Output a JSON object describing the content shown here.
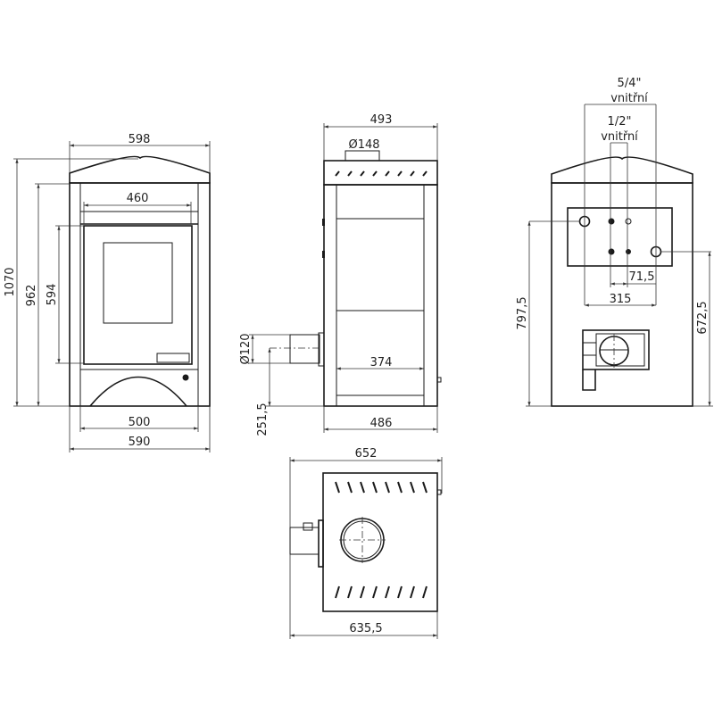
{
  "front_view": {
    "width_top": "598",
    "width_door": "460",
    "height_total": "1070",
    "height_body": "962",
    "height_door": "594",
    "width_base_inner": "500",
    "width_base": "590"
  },
  "side_view": {
    "depth_top": "493",
    "flue_diameter": "Ø148",
    "inner_depth": "374",
    "pipe_diameter": "Ø120",
    "pipe_height": "251,5",
    "depth_base": "486"
  },
  "back_view": {
    "pipe_large_size": "5/4\"",
    "pipe_large_note": "vnitřní",
    "pipe_small_size": "1/2\"",
    "pipe_small_note": "vnitřní",
    "spacing_small": "71,5",
    "spacing_large": "315",
    "height_upper": "797,5",
    "height_lower": "672,5"
  },
  "top_view": {
    "depth_total": "652",
    "depth_body": "635,5"
  }
}
